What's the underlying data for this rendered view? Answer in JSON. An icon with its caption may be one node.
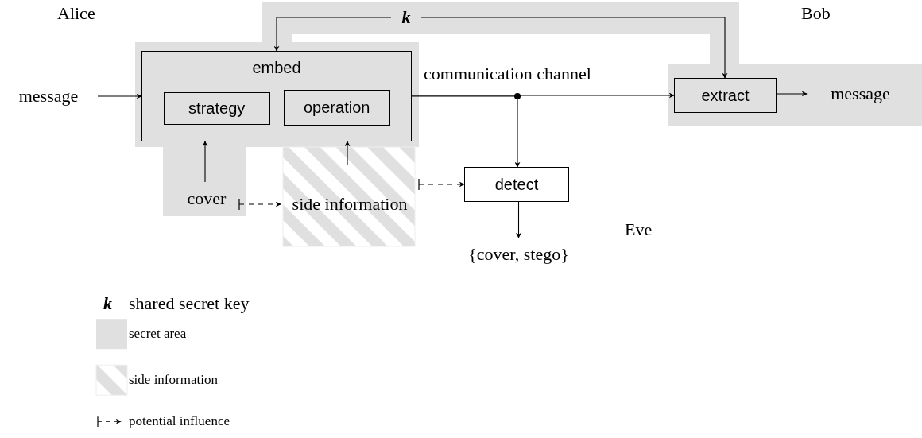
{
  "diagram": {
    "nodes": [
      {
        "text": [
          "embed"
        ]
      },
      {
        "text": [
          "strategy"
        ],
        "in": 0
      },
      {
        "text": [
          "operation"
        ],
        "in": 0
      },
      {
        "text": [
          "message"
        ]
      },
      {
        "text": [
          "extract"
        ]
      },
      {
        "text": [
          "message"
        ]
      },
      {
        "text": [
          "cover"
        ]
      },
      {
        "text": [
          "side information"
        ]
      },
      {
        "text": [
          "detect"
        ]
      },
      {
        "text": [
          "{cover, stego}"
        ]
      },
      {
        "text": [
          "k"
        ]
      }
    ],
    "edges": [
      {
        "from": 3,
        "to": 0,
        "arrow": "to"
      },
      {
        "from": 0,
        "to": 4,
        "arrow": "to",
        "label": "communication channel"
      },
      {
        "from": 0,
        "to": 8,
        "arrow": "to"
      },
      {
        "from": 4,
        "to": 5,
        "arrow": "to"
      },
      {
        "from": 6,
        "to": 0,
        "arrow": "to"
      },
      {
        "from": 7,
        "to": 0,
        "arrow": "to"
      },
      {
        "from": 6,
        "to": 7,
        "arrow": "to",
        "style": "dashed"
      },
      {
        "from": 7,
        "to": 8,
        "arrow": "to",
        "style": "dashed"
      },
      {
        "from": 8,
        "to": 9,
        "arrow": "to"
      },
      {
        "from": 10,
        "to": 0,
        "arrow": "to"
      },
      {
        "from": 10,
        "to": 4,
        "arrow": "to"
      }
    ],
    "labels": [
      "Alice",
      "Bob",
      "Eve",
      "k"
    ],
    "legend": [
      {
        "text": "shared secret key"
      },
      {
        "text": "secret area",
        "color": "#e0e0e0"
      },
      {
        "text": "side information"
      },
      {
        "text": "potential influence"
      }
    ]
  }
}
